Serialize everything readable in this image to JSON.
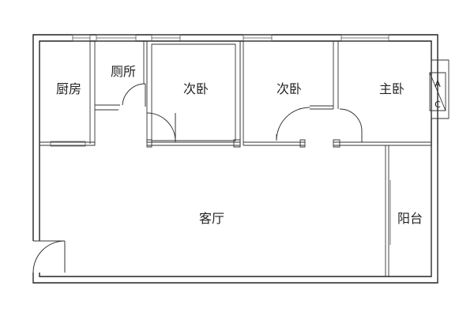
{
  "rooms": {
    "kitchen": "厨房",
    "toilet": "厕所",
    "second_bedroom_1": "次卧",
    "second_bedroom_2": "次卧",
    "master_bedroom": "主卧",
    "living_room": "客厅",
    "balcony": "阳台"
  },
  "ac_unit": {
    "line1": "A",
    "line2": "C"
  },
  "colors": {
    "line": "#222222",
    "background": "#ffffff"
  }
}
